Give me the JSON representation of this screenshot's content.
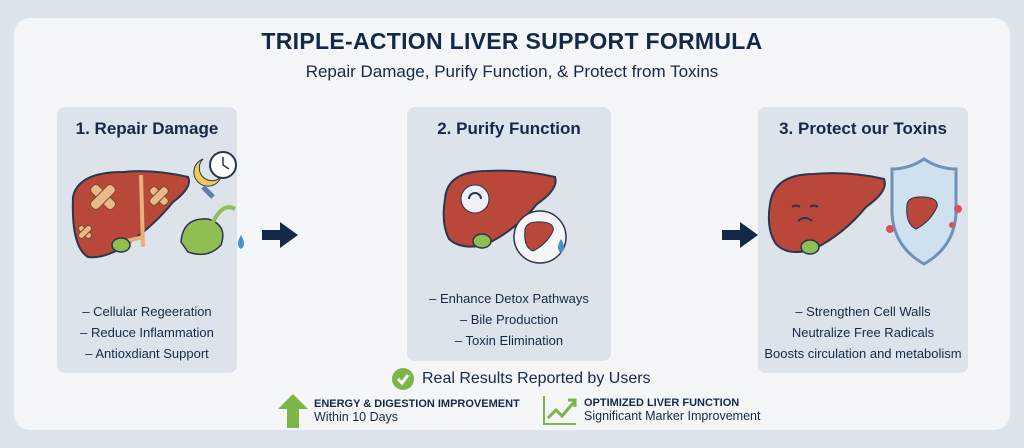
{
  "header": {
    "title": "TRIPLE-ACTION LIVER SUPPORT FORMULA",
    "subtitle": "Repair Damage, Purify Function, & Protect from Toxins"
  },
  "panels": [
    {
      "title": "1. Repair Damage",
      "items": [
        "– Cellular Regeeration",
        "– Reduce Inflammation",
        "– Antioxdiant Support"
      ]
    },
    {
      "title": "2. Purify Function",
      "items": [
        "– Enhance Detox Pathways",
        "– Bile Production",
        "– Toxin Elimination"
      ]
    },
    {
      "title": "3. Protect our Toxins",
      "items": [
        "– Strengthen Cell Walls",
        "Neutralize Free Radicals",
        "Boosts circulation and metabolism"
      ]
    }
  ],
  "results": {
    "label": "Real Results Reported by Users",
    "stats": [
      {
        "heading": "ENERGY & DIGESTION IMPROVEMENT",
        "sub": "Within 10 Days",
        "icon": "up-arrow-icon"
      },
      {
        "heading": "OPTIMIZED LIVER FUNCTION",
        "sub": "Significant Marker Improvement",
        "icon": "trend-chart-icon"
      }
    ]
  },
  "colors": {
    "navy": "#14294a",
    "liver": "#b9473a",
    "green": "#7db548",
    "panel": "#dde3ea"
  }
}
